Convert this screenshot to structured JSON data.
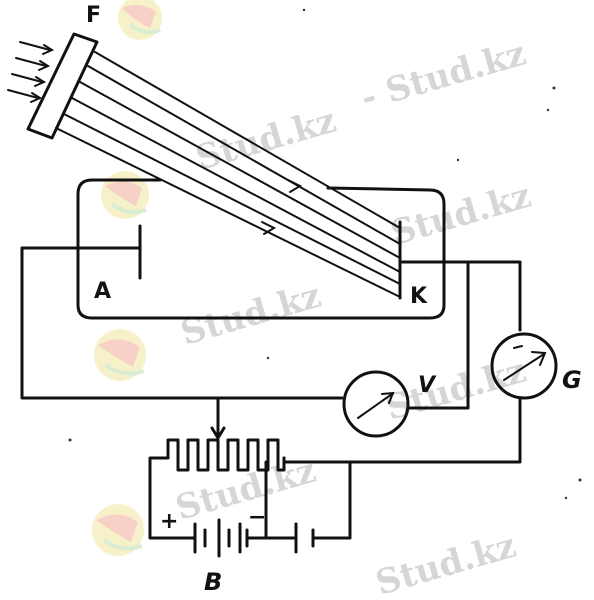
{
  "labels": {
    "filter": "F",
    "anode": "A",
    "cathode": "K",
    "voltmeter": "V",
    "galvanometer": "G",
    "battery": "B",
    "plus": "+",
    "minus": "−"
  },
  "watermark": {
    "text": "Stud.kz",
    "text_dash": "- Stud.kz"
  },
  "colors": {
    "ink": "#111111",
    "watermark": "#d6d6d6",
    "logo_yellow": "#f3e9a6",
    "logo_red": "#f2b3a3",
    "logo_green": "#bfe2b8"
  }
}
